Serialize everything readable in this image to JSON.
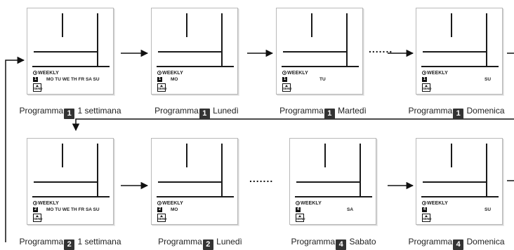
{
  "diagram": {
    "lcd_label": "WEEKLY",
    "send_label": "SEND",
    "ellipsis": ".......",
    "row1": [
      {
        "prog": "1",
        "days": "MO TU WE TH FR SA SU",
        "caption_prefix": "Programma",
        "caption_suffix": " 1 settimana"
      },
      {
        "prog": "1",
        "days": "MO",
        "caption_prefix": "Programma",
        "caption_suffix": " Lunedì"
      },
      {
        "prog": "1",
        "days": "TU",
        "caption_prefix": "Programma",
        "caption_suffix": " Martedì"
      },
      {
        "prog": "1",
        "days": "SU",
        "caption_prefix": "Programma",
        "caption_suffix": " Domenica"
      }
    ],
    "row2": [
      {
        "prog": "2",
        "days": "MO TU WE TH FR SA SU",
        "caption_prefix": "Programma",
        "caption_suffix": " 1 settimana"
      },
      {
        "prog": "2",
        "days": "MO",
        "caption_prefix": "Programma",
        "caption_suffix": " Lunedì"
      },
      {
        "prog": "4",
        "days": "SA",
        "caption_prefix": "Programma",
        "caption_suffix": " Sabato"
      },
      {
        "prog": "4",
        "days": "SU",
        "caption_prefix": "Programma",
        "caption_suffix": " Domenica"
      }
    ]
  }
}
